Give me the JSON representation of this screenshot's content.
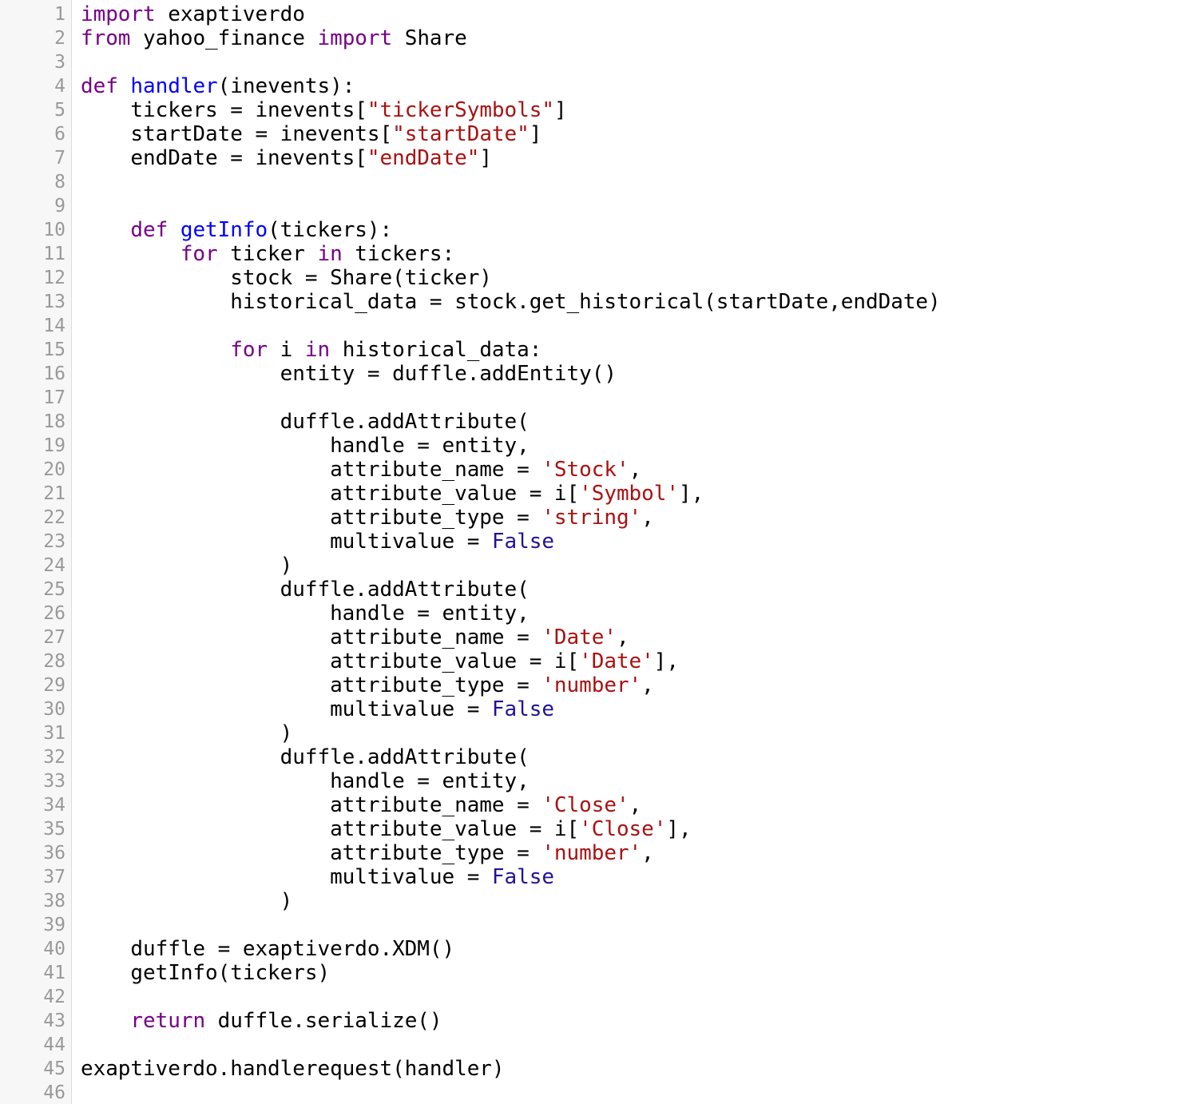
{
  "editor": {
    "language": "python",
    "colors": {
      "keyword": "#770088",
      "definition": "#0000ff",
      "string": "#aa1111",
      "atom": "#221199",
      "text": "#000000",
      "line_number": "#999999",
      "gutter_background": "#f7f7f7"
    },
    "lines": [
      [
        {
          "t": "kw",
          "v": "import"
        },
        {
          "t": "",
          "v": " exaptiverdo"
        }
      ],
      [
        {
          "t": "kw",
          "v": "from"
        },
        {
          "t": "",
          "v": " yahoo_finance "
        },
        {
          "t": "kw",
          "v": "import"
        },
        {
          "t": "",
          "v": " Share"
        }
      ],
      [],
      [
        {
          "t": "kw",
          "v": "def"
        },
        {
          "t": "",
          "v": " "
        },
        {
          "t": "def",
          "v": "handler"
        },
        {
          "t": "",
          "v": "(inevents):"
        }
      ],
      [
        {
          "t": "",
          "v": "    tickers = inevents["
        },
        {
          "t": "str",
          "v": "\"tickerSymbols\""
        },
        {
          "t": "",
          "v": "]"
        }
      ],
      [
        {
          "t": "",
          "v": "    startDate = inevents["
        },
        {
          "t": "str",
          "v": "\"startDate\""
        },
        {
          "t": "",
          "v": "]"
        }
      ],
      [
        {
          "t": "",
          "v": "    endDate = inevents["
        },
        {
          "t": "str",
          "v": "\"endDate\""
        },
        {
          "t": "",
          "v": "]"
        }
      ],
      [],
      [],
      [
        {
          "t": "",
          "v": "    "
        },
        {
          "t": "kw",
          "v": "def"
        },
        {
          "t": "",
          "v": " "
        },
        {
          "t": "def",
          "v": "getInfo"
        },
        {
          "t": "",
          "v": "(tickers):"
        }
      ],
      [
        {
          "t": "",
          "v": "        "
        },
        {
          "t": "kw",
          "v": "for"
        },
        {
          "t": "",
          "v": " ticker "
        },
        {
          "t": "kw",
          "v": "in"
        },
        {
          "t": "",
          "v": " tickers:"
        }
      ],
      [
        {
          "t": "",
          "v": "            stock = Share(ticker)"
        }
      ],
      [
        {
          "t": "",
          "v": "            historical_data = stock.get_historical(startDate,endDate)"
        }
      ],
      [],
      [
        {
          "t": "",
          "v": "            "
        },
        {
          "t": "kw",
          "v": "for"
        },
        {
          "t": "",
          "v": " i "
        },
        {
          "t": "kw",
          "v": "in"
        },
        {
          "t": "",
          "v": " historical_data:"
        }
      ],
      [
        {
          "t": "",
          "v": "                entity = duffle.addEntity()"
        }
      ],
      [],
      [
        {
          "t": "",
          "v": "                duffle.addAttribute("
        }
      ],
      [
        {
          "t": "",
          "v": "                    handle = entity,"
        }
      ],
      [
        {
          "t": "",
          "v": "                    attribute_name = "
        },
        {
          "t": "str",
          "v": "'Stock'"
        },
        {
          "t": "",
          "v": ","
        }
      ],
      [
        {
          "t": "",
          "v": "                    attribute_value = i["
        },
        {
          "t": "str",
          "v": "'Symbol'"
        },
        {
          "t": "",
          "v": "],"
        }
      ],
      [
        {
          "t": "",
          "v": "                    attribute_type = "
        },
        {
          "t": "str",
          "v": "'string'"
        },
        {
          "t": "",
          "v": ","
        }
      ],
      [
        {
          "t": "",
          "v": "                    multivalue = "
        },
        {
          "t": "atom",
          "v": "False"
        }
      ],
      [
        {
          "t": "",
          "v": "                )"
        }
      ],
      [
        {
          "t": "",
          "v": "                duffle.addAttribute("
        }
      ],
      [
        {
          "t": "",
          "v": "                    handle = entity,"
        }
      ],
      [
        {
          "t": "",
          "v": "                    attribute_name = "
        },
        {
          "t": "str",
          "v": "'Date'"
        },
        {
          "t": "",
          "v": ","
        }
      ],
      [
        {
          "t": "",
          "v": "                    attribute_value = i["
        },
        {
          "t": "str",
          "v": "'Date'"
        },
        {
          "t": "",
          "v": "],"
        }
      ],
      [
        {
          "t": "",
          "v": "                    attribute_type = "
        },
        {
          "t": "str",
          "v": "'number'"
        },
        {
          "t": "",
          "v": ","
        }
      ],
      [
        {
          "t": "",
          "v": "                    multivalue = "
        },
        {
          "t": "atom",
          "v": "False"
        }
      ],
      [
        {
          "t": "",
          "v": "                )"
        }
      ],
      [
        {
          "t": "",
          "v": "                duffle.addAttribute("
        }
      ],
      [
        {
          "t": "",
          "v": "                    handle = entity,"
        }
      ],
      [
        {
          "t": "",
          "v": "                    attribute_name = "
        },
        {
          "t": "str",
          "v": "'Close'"
        },
        {
          "t": "",
          "v": ","
        }
      ],
      [
        {
          "t": "",
          "v": "                    attribute_value = i["
        },
        {
          "t": "str",
          "v": "'Close'"
        },
        {
          "t": "",
          "v": "],"
        }
      ],
      [
        {
          "t": "",
          "v": "                    attribute_type = "
        },
        {
          "t": "str",
          "v": "'number'"
        },
        {
          "t": "",
          "v": ","
        }
      ],
      [
        {
          "t": "",
          "v": "                    multivalue = "
        },
        {
          "t": "atom",
          "v": "False"
        }
      ],
      [
        {
          "t": "",
          "v": "                )"
        }
      ],
      [],
      [
        {
          "t": "",
          "v": "    duffle = exaptiverdo.XDM()"
        }
      ],
      [
        {
          "t": "",
          "v": "    getInfo(tickers)"
        }
      ],
      [],
      [
        {
          "t": "",
          "v": "    "
        },
        {
          "t": "kw",
          "v": "return"
        },
        {
          "t": "",
          "v": " duffle.serialize()"
        }
      ],
      [],
      [
        {
          "t": "",
          "v": "exaptiverdo.handlerequest(handler)"
        }
      ],
      []
    ]
  }
}
